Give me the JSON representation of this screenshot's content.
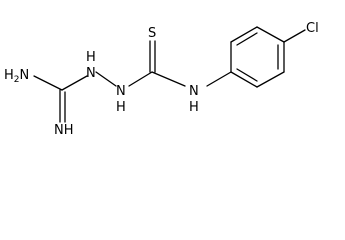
{
  "molecule": {
    "atoms": {
      "amine_n": "H2N",
      "imine_n": "NH",
      "hydrazine_n1": "H",
      "hydrazine_n1_letter": "N",
      "hydrazine_n2": "N",
      "hydrazine_n2_h": "H",
      "thione_s": "S",
      "amide_n": "N",
      "amide_n_h": "H",
      "chlorine": "Cl"
    }
  }
}
